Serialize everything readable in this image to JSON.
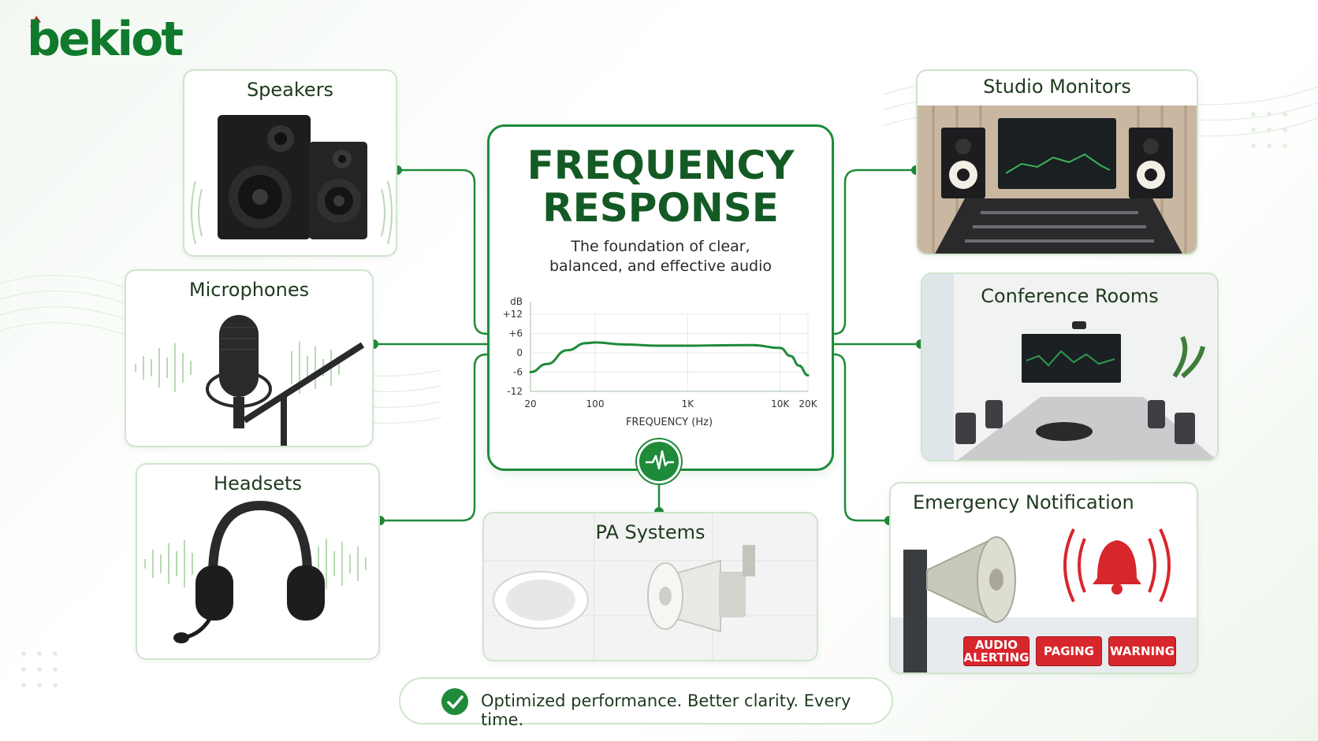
{
  "brand": {
    "name": "bekiot",
    "color": "#0f7a2b",
    "accent": "#d8262d"
  },
  "center": {
    "title_line1": "FREQUENCY",
    "title_line2": "RESPONSE",
    "subtitle_line1": "The foundation of clear,",
    "subtitle_line2": "balanced, and effective audio",
    "icon": "waveform-pulse-icon"
  },
  "chart_data": {
    "type": "line",
    "ylabel": "dB",
    "xlabel": "FREQUENCY (Hz)",
    "y_ticks": [
      "+12",
      "+6",
      "0",
      "-6",
      "-12"
    ],
    "x_ticks": [
      "20",
      "100",
      "1K",
      "10K",
      "20K"
    ],
    "ylim": [
      -12,
      12
    ],
    "x_scale": "log",
    "xlim": [
      20,
      20000
    ],
    "grid": true,
    "series": [
      {
        "color": "#1e8a3a",
        "x": [
          20,
          30,
          50,
          80,
          100,
          200,
          500,
          1000,
          2000,
          5000,
          10000,
          13000,
          16000,
          20000
        ],
        "y": [
          -6,
          -3.5,
          0.8,
          3,
          3.2,
          2.6,
          2.2,
          2.2,
          2.3,
          2.4,
          1.5,
          -1,
          -4,
          -7
        ]
      }
    ]
  },
  "cards": {
    "speakers": {
      "title": "Speakers"
    },
    "microphones": {
      "title": "Microphones"
    },
    "headsets": {
      "title": "Headsets"
    },
    "pa": {
      "title": "PA Systems"
    },
    "studio": {
      "title": "Studio Monitors"
    },
    "conference": {
      "title": "Conference Rooms"
    },
    "emergency": {
      "title": "Emergency Notification",
      "tags": [
        {
          "label": "AUDIO ALERTING"
        },
        {
          "label": "PAGING"
        },
        {
          "label": "WARNING"
        }
      ]
    }
  },
  "footer": {
    "text": "Optimized performance. Better clarity. Every time.",
    "icon": "check-circle-icon"
  },
  "colors": {
    "line": "#1e8a3a",
    "dark_green": "#145a24",
    "card_border": "#cfe5cc",
    "alert_red": "#d8262d"
  }
}
